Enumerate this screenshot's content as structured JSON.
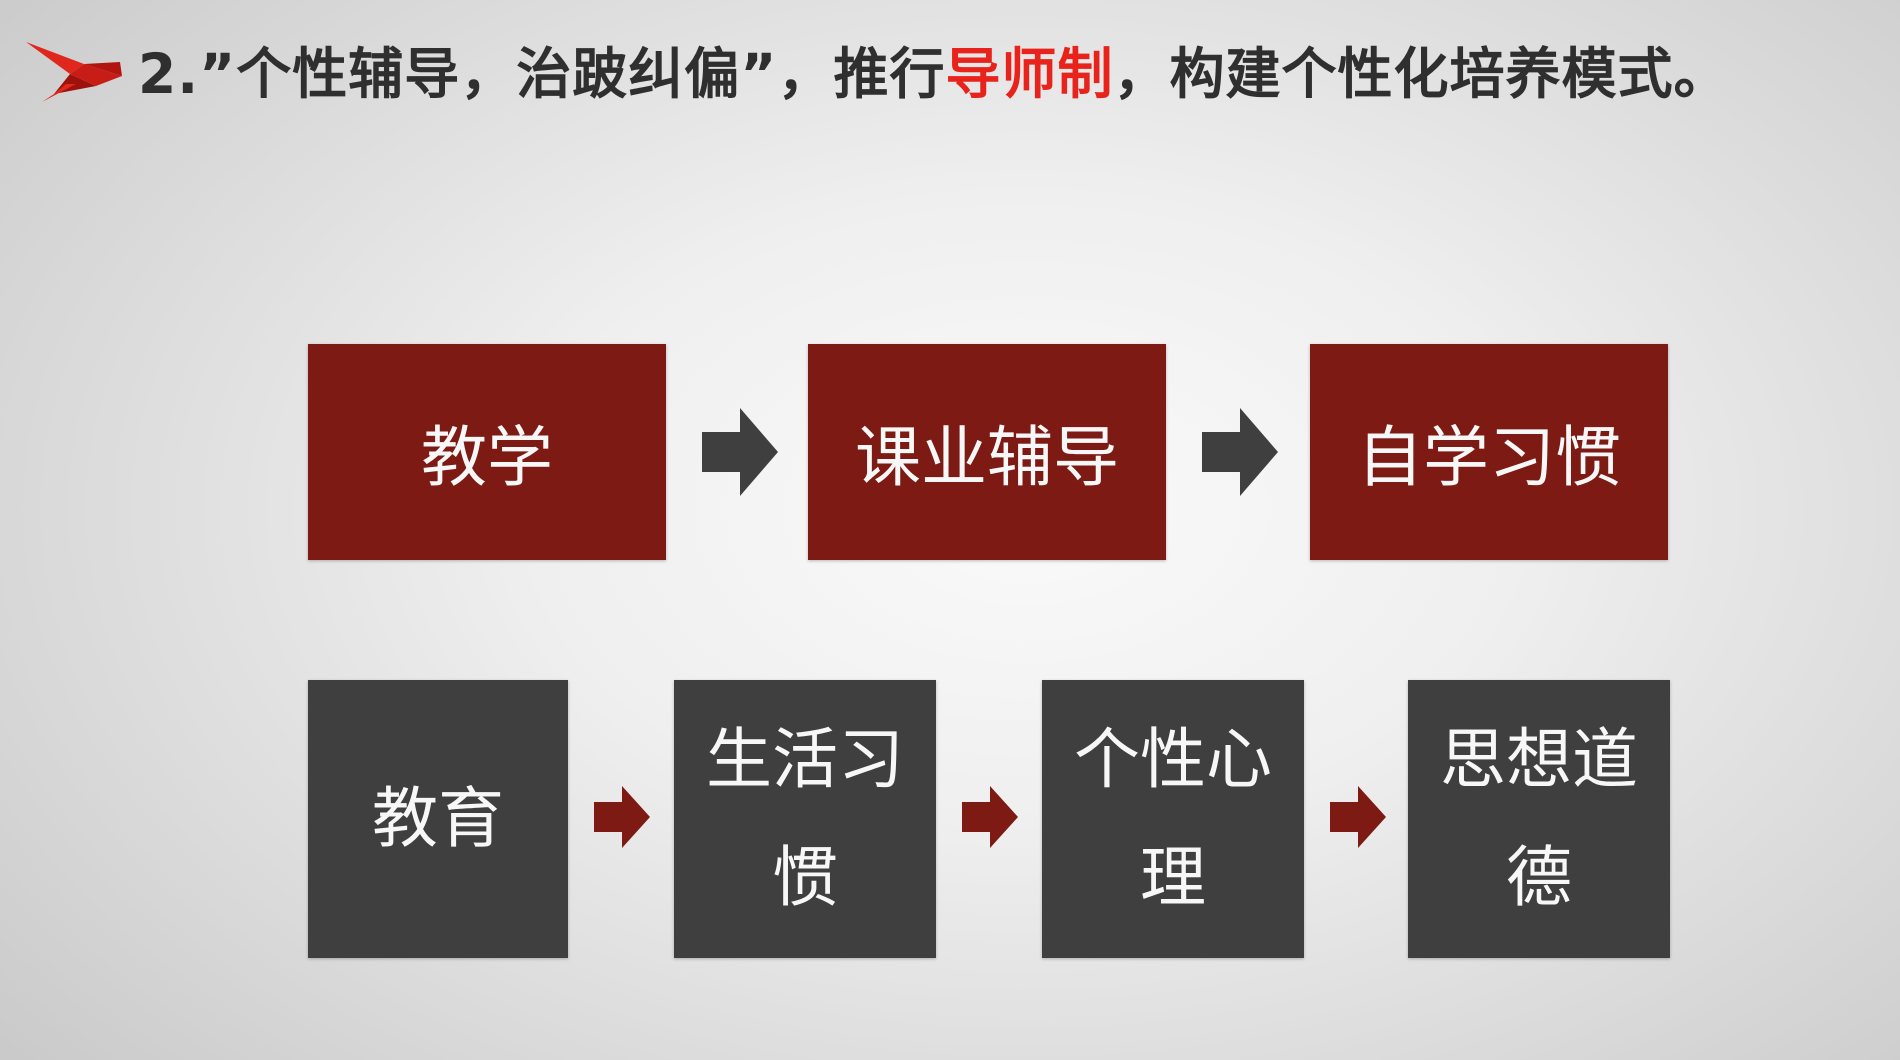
{
  "header": {
    "title_prefix": "2.”个性辅导，治跛纠偏”，推行",
    "title_highlight": "导师制",
    "title_suffix": "，构建个性化培养模式。",
    "highlight_color": "#e8231b",
    "logo_icon": "red-origami-bird-icon"
  },
  "flow_teaching": {
    "box_color": "#7c1a13",
    "arrow_color": "#3f3f3f",
    "steps": [
      "教学",
      "课业辅导",
      "自学习惯"
    ]
  },
  "flow_education": {
    "box_color": "#3f3f3f",
    "arrow_color": "#7c1a13",
    "steps": [
      "教育",
      "生活习惯",
      "个性心理",
      "思想道德"
    ]
  }
}
